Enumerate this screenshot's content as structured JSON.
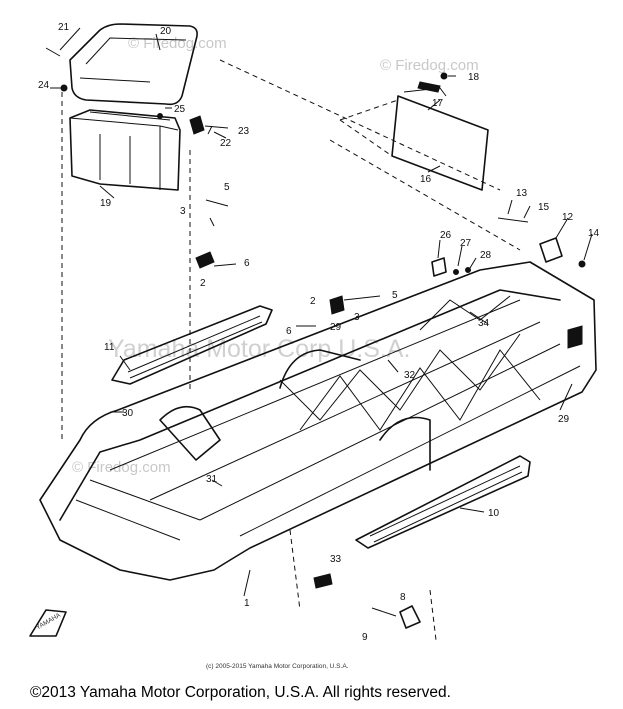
{
  "watermarks": {
    "top_center": "© Firedog.com",
    "top_right": "© Firedog.com",
    "middle_left": "© Firedog.com",
    "middle_banner": "Yamaha Motor Corp U.S.A."
  },
  "part_callouts": {
    "p1": "1",
    "p2a": "2",
    "p2b": "2",
    "p3a": "3",
    "p3b": "3",
    "p5a": "5",
    "p5b": "5",
    "p6a": "6",
    "p6b": "6",
    "p8": "8",
    "p9": "9",
    "p10": "10",
    "p11": "11",
    "p12": "12",
    "p13": "13",
    "p14": "14",
    "p15": "15",
    "p16": "16",
    "p17": "17",
    "p18": "18",
    "p19": "19",
    "p20": "20",
    "p21": "21",
    "p22": "22",
    "p23": "23",
    "p24": "24",
    "p25": "25",
    "p26": "26",
    "p27": "27",
    "p28": "28",
    "p29a": "29",
    "p29b": "29",
    "p30": "30",
    "p31": "31",
    "p32": "32",
    "p33": "33",
    "p34": "34"
  },
  "stamp": "YAMAHA",
  "small_copyright": "(c) 2005-2015 Yamaha Motor Corporation, U.S.A.",
  "footer": "©2013 Yamaha Motor Corporation, U.S.A. All rights reserved."
}
